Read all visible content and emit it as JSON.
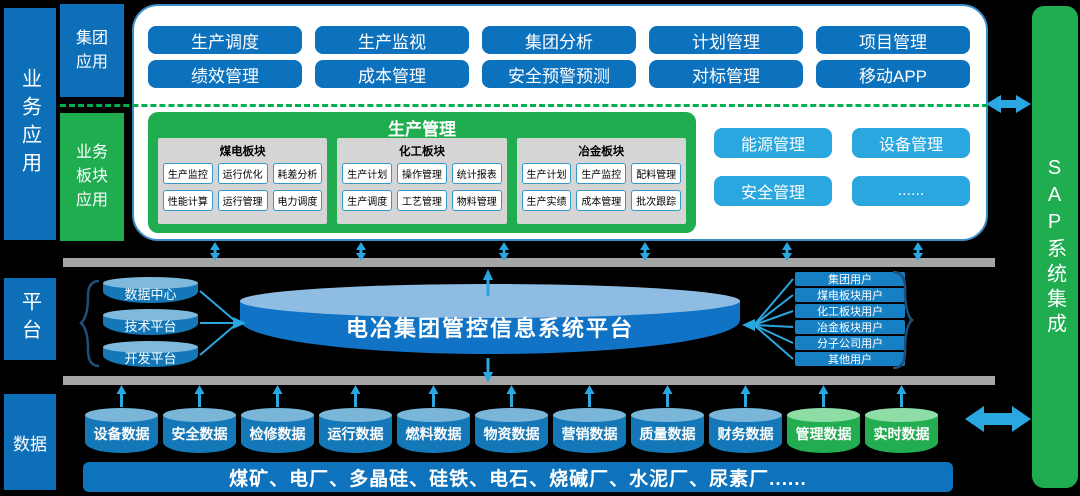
{
  "colors": {
    "deep_blue": "#0D6FB8",
    "button_blue": "#0C72BE",
    "light_blue": "#2BA7E0",
    "green": "#1FAD50",
    "dashed_line_green": "#00B050",
    "divider_gray": "#A6A6A6",
    "block_gray": "#D5D5D5",
    "cylinder_top_blue": "#7AB6D8",
    "cylinder_top_green": "#8EDCA6"
  },
  "left_rail": {
    "business_label": "业务应用",
    "platform_label": "平台",
    "data_label": "数据"
  },
  "sap": {
    "label": "SAP系统集成"
  },
  "group_apps": {
    "label": "集团\n应用",
    "rows": [
      [
        "生产调度",
        "生产监视",
        "集团分析",
        "计划管理",
        "项目管理"
      ],
      [
        "绩效管理",
        "成本管理",
        "安全预警预测",
        "对标管理",
        "移动APP"
      ]
    ]
  },
  "sector_apps": {
    "label": "业务\n板块\n应用",
    "production": {
      "title": "生产管理",
      "blocks": [
        {
          "title": "煤电板块",
          "buttons": [
            "生产监控",
            "运行优化",
            "耗差分析",
            "性能计算",
            "运行管理",
            "电力调度"
          ]
        },
        {
          "title": "化工板块",
          "buttons": [
            "生产计划",
            "操作管理",
            "统计报表",
            "生产调度",
            "工艺管理",
            "物料管理"
          ]
        },
        {
          "title": "冶金板块",
          "buttons": [
            "生产计划",
            "生产监控",
            "配料管理",
            "生产实绩",
            "成本管理",
            "批次跟踪"
          ]
        }
      ]
    },
    "side_buttons": [
      "能源管理",
      "设备管理",
      "安全管理",
      "......"
    ]
  },
  "platform": {
    "cylinders": [
      "数据中心",
      "技术平台",
      "开发平台"
    ],
    "core": "电冶集团管控信息系统平台",
    "users": [
      "集团用户",
      "煤电板块用户",
      "化工板块用户",
      "冶金板块用户",
      "分子公司用户",
      "其他用户"
    ]
  },
  "data_layer": {
    "cylinders": [
      {
        "label": "设备数据",
        "type": "blue"
      },
      {
        "label": "安全数据",
        "type": "blue"
      },
      {
        "label": "检修数据",
        "type": "blue"
      },
      {
        "label": "运行数据",
        "type": "blue"
      },
      {
        "label": "燃料数据",
        "type": "blue"
      },
      {
        "label": "物资数据",
        "type": "blue"
      },
      {
        "label": "营销数据",
        "type": "blue"
      },
      {
        "label": "质量数据",
        "type": "blue"
      },
      {
        "label": "财务数据",
        "type": "blue"
      },
      {
        "label": "管理数据",
        "type": "green"
      },
      {
        "label": "实时数据",
        "type": "green"
      }
    ],
    "plants": "煤矿、电厂、多晶硅、硅铁、电石、烧碱厂、水泥厂、尿素厂......"
  }
}
